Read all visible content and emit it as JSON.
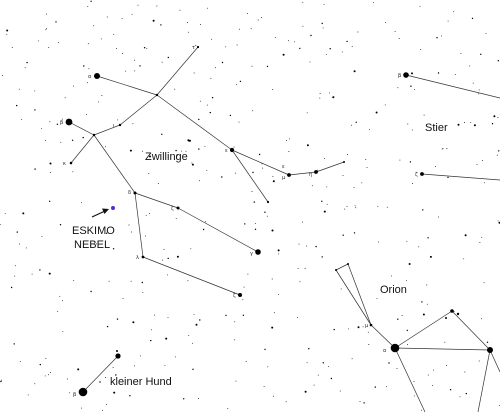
{
  "colors": {
    "background": "#ffffff",
    "star": "#000000",
    "line": "#333333",
    "nebula_marker": "#5a2bd6"
  },
  "labels": {
    "gemini": "Zwillinge",
    "taurus": "Stier",
    "orion": "Orion",
    "canis_minor": "kleiner Hund",
    "nebula_line1": "ESKIMO",
    "nebula_line2": "NEBEL"
  },
  "greek": {
    "alpha": "α",
    "beta": "β",
    "gamma": "γ",
    "delta": "δ",
    "epsilon": "ε",
    "zeta": "ζ",
    "eta": "η",
    "theta": "θ",
    "iota": "ι",
    "kappa": "κ",
    "lambda": "λ",
    "mu": "μ",
    "tau": "τ",
    "upsilon": "υ"
  }
}
